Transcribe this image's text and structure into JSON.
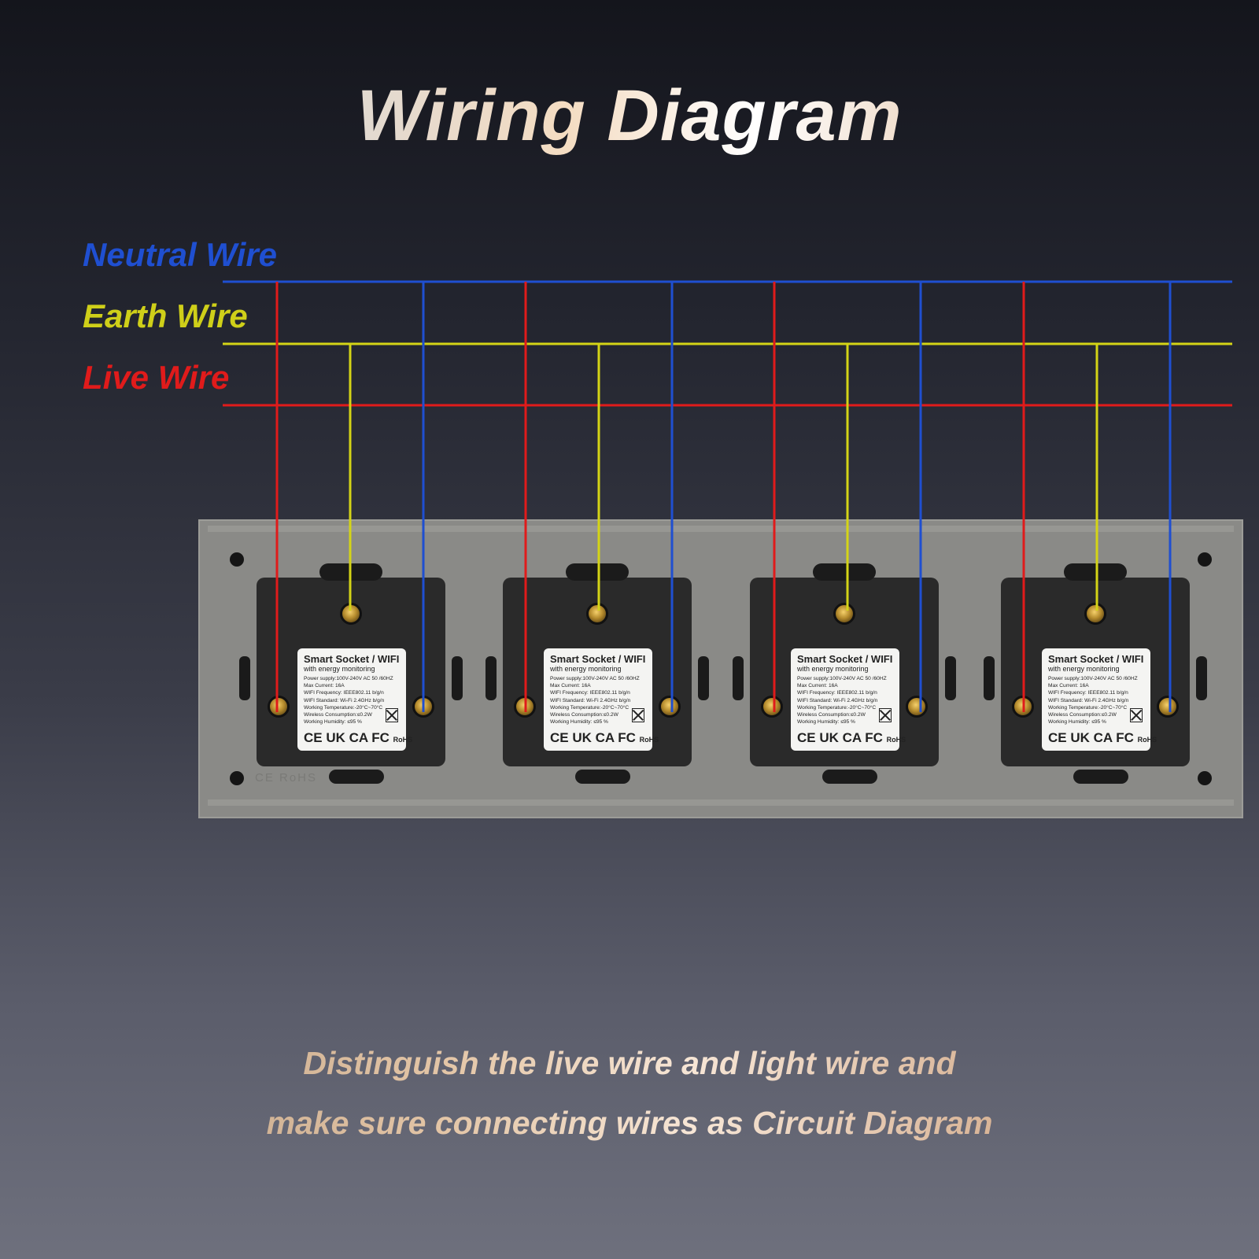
{
  "title": "Wiring Diagram",
  "legend": {
    "neutral": {
      "label": "Neutral Wire",
      "color": "#1f4fd1"
    },
    "earth": {
      "label": "Earth Wire",
      "color": "#d4d416"
    },
    "live": {
      "label": "Live Wire",
      "color": "#e01b1b"
    }
  },
  "modules": [
    {
      "label_title": "Smart Socket / WIFI",
      "label_subtitle": "with energy  monitoring",
      "specs": [
        "Power supply:100V-240V AC  50 /60HZ",
        "Max Current: 16A",
        "WIFI Frequency: IEEE802.11 b/g/n",
        "WIFI Standard: Wi-Fi 2.4GHz b/g/n",
        "Working Temperature:-20°C~70°C",
        "Wireless Consumption:≤0.2W",
        "Working Humidity: ≤95 %"
      ],
      "marks": "CE UK CA FC",
      "rohs": "RoHS"
    },
    {
      "label_title": "Smart Socket / WIFI",
      "label_subtitle": "with energy  monitoring",
      "specs": [
        "Power supply:100V-240V AC  50 /60HZ",
        "Max Current: 16A",
        "WIFI Frequency: IEEE802.11 b/g/n",
        "WIFI Standard: Wi-Fi 2.4GHz b/g/n",
        "Working Temperature:-20°C~70°C",
        "Wireless Consumption:≤0.2W",
        "Working Humidity: ≤95 %"
      ],
      "marks": "CE UK CA FC",
      "rohs": "RoHS"
    },
    {
      "label_title": "Smart Socket / WIFI",
      "label_subtitle": "with energy  monitoring",
      "specs": [
        "Power supply:100V-240V AC  50 /60HZ",
        "Max Current: 16A",
        "WIFI Frequency: IEEE802.11 b/g/n",
        "WIFI Standard: Wi-Fi 2.4GHz b/g/n",
        "Working Temperature:-20°C~70°C",
        "Wireless Consumption:≤0.2W",
        "Working Humidity: ≤95 %"
      ],
      "marks": "CE UK CA FC",
      "rohs": "RoHS"
    },
    {
      "label_title": "Smart Socket / WIFI",
      "label_subtitle": "with energy  monitoring",
      "specs": [
        "Power supply:100V-240V AC  50 /60HZ",
        "Max Current: 16A",
        "WIFI Frequency: IEEE802.11 b/g/n",
        "WIFI Standard: Wi-Fi 2.4GHz b/g/n",
        "Working Temperature:-20°C~70°C",
        "Wireless Consumption:≤0.2W",
        "Working Humidity: ≤95 %"
      ],
      "marks": "CE UK CA FC",
      "rohs": "RoHS"
    }
  ],
  "panel_mark": "CE RoHS",
  "footer": {
    "line1": "Distinguish the live wire and light wire and",
    "line2": "make sure connecting wires as Circuit Diagram"
  }
}
